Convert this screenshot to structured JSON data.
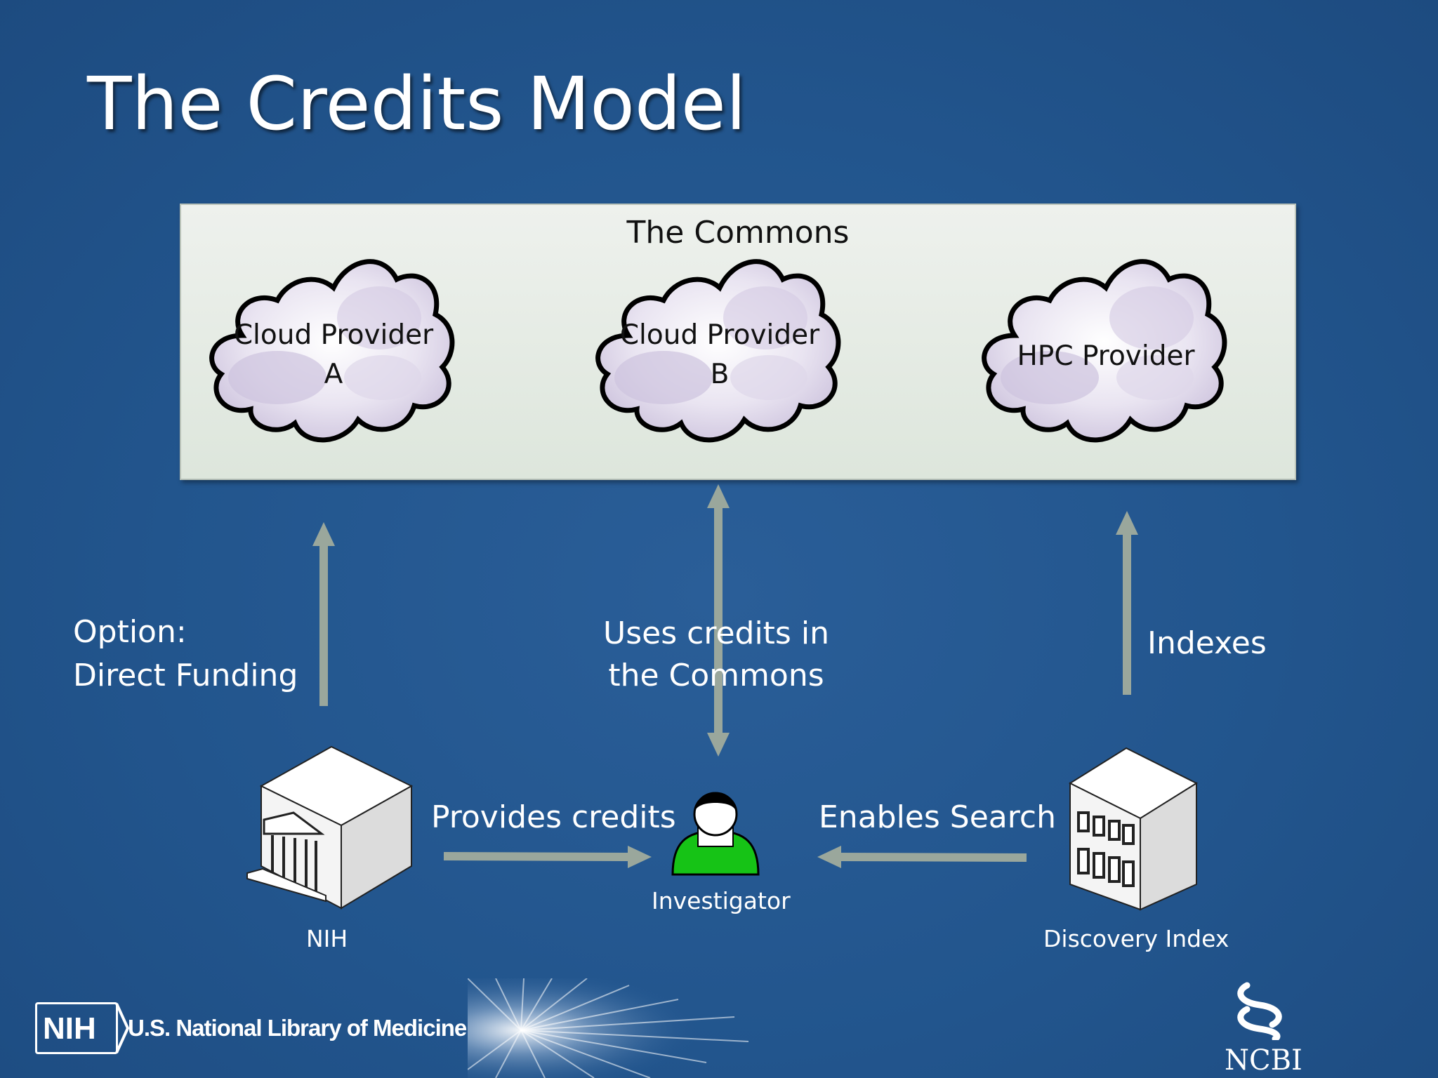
{
  "slide": {
    "title": "The Credits Model",
    "background_color": "#23558f"
  },
  "commons": {
    "label": "The Commons",
    "clouds": [
      {
        "line1": "Cloud Provider",
        "line2": "A"
      },
      {
        "line1": "Cloud Provider",
        "line2": "B"
      },
      {
        "line1": "HPC Provider",
        "line2": ""
      }
    ]
  },
  "labels": {
    "option_line1": "Option:",
    "option_line2": "Direct Funding",
    "uses_line1": "Uses credits in",
    "uses_line2": "the Commons",
    "indexes": "Indexes",
    "provides": "Provides credits",
    "enables": "Enables Search"
  },
  "nodes": {
    "nih": "NIH",
    "investigator": "Investigator",
    "discovery": "Discovery Index"
  },
  "footer": {
    "nih_badge": "NIH",
    "library": "U.S. National Library of Medicine",
    "ncbi": "NCBI"
  },
  "colors": {
    "arrow": "#9aa79c",
    "investigator_body": "#16c316"
  }
}
